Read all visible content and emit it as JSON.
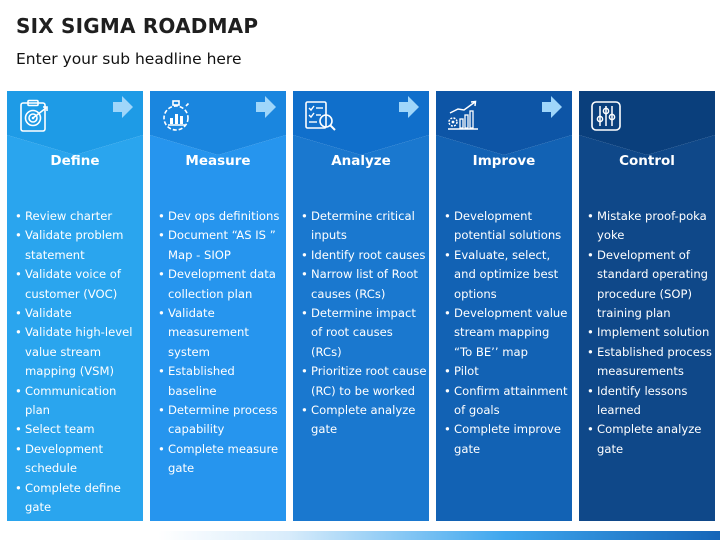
{
  "title": "SIX SIGMA ROADMAP",
  "subtitle": "Enter your sub headline here",
  "colors": {
    "col1_top": "#1e9be6",
    "col1_bottom": "#2aa5ee",
    "col2_top": "#1a86df",
    "col2_bottom": "#2695ee",
    "col3_top": "#106fcb",
    "col3_bottom": "#1a78cf",
    "col4_top": "#0d55a6",
    "col4_bottom": "#1262b4",
    "col5_top": "#0a3f7c",
    "col5_bottom": "#0f4889",
    "arrow": "#9fd6fa"
  },
  "columns": [
    {
      "icon": "target-clipboard-icon",
      "title": "Define",
      "items": [
        "Review charter",
        "Validate problem statement",
        "Validate voice of customer (VOC)",
        "Validate",
        "Validate high-level value stream mapping (VSM)",
        "Communication plan",
        "Select team",
        "Development schedule",
        "Complete define gate"
      ]
    },
    {
      "icon": "stopwatch-chart-icon",
      "title": "Measure",
      "items": [
        "Dev ops definitions",
        "Document “AS IS ” Map - SIOP",
        "Development data collection plan",
        "Validate measurement system",
        "Established baseline",
        "Determine process capability",
        "Complete measure gate"
      ]
    },
    {
      "icon": "checklist-magnifier-icon",
      "title": "Analyze",
      "items": [
        "Determine critical inputs",
        "Identify root causes",
        "Narrow list of Root causes (RCs)",
        "Determine impact of root causes (RCs)",
        "Prioritize root cause (RC) to be worked",
        "Complete analyze gate"
      ]
    },
    {
      "icon": "gear-growth-chart-icon",
      "title": "Improve",
      "items": [
        "Development potential solutions",
        "Evaluate, select, and optimize best options",
        "Development value stream mapping “To BE’’ map",
        "Pilot",
        "Confirm attainment of goals",
        "Complete improve gate"
      ]
    },
    {
      "icon": "slider-controls-icon",
      "title": "Control",
      "items": [
        "Mistake proof-poka yoke",
        "Development of standard operating procedure (SOP) training plan",
        "Implement solution",
        "Established process measurements",
        "Identify lessons learned",
        "Complete analyze gate"
      ]
    }
  ]
}
